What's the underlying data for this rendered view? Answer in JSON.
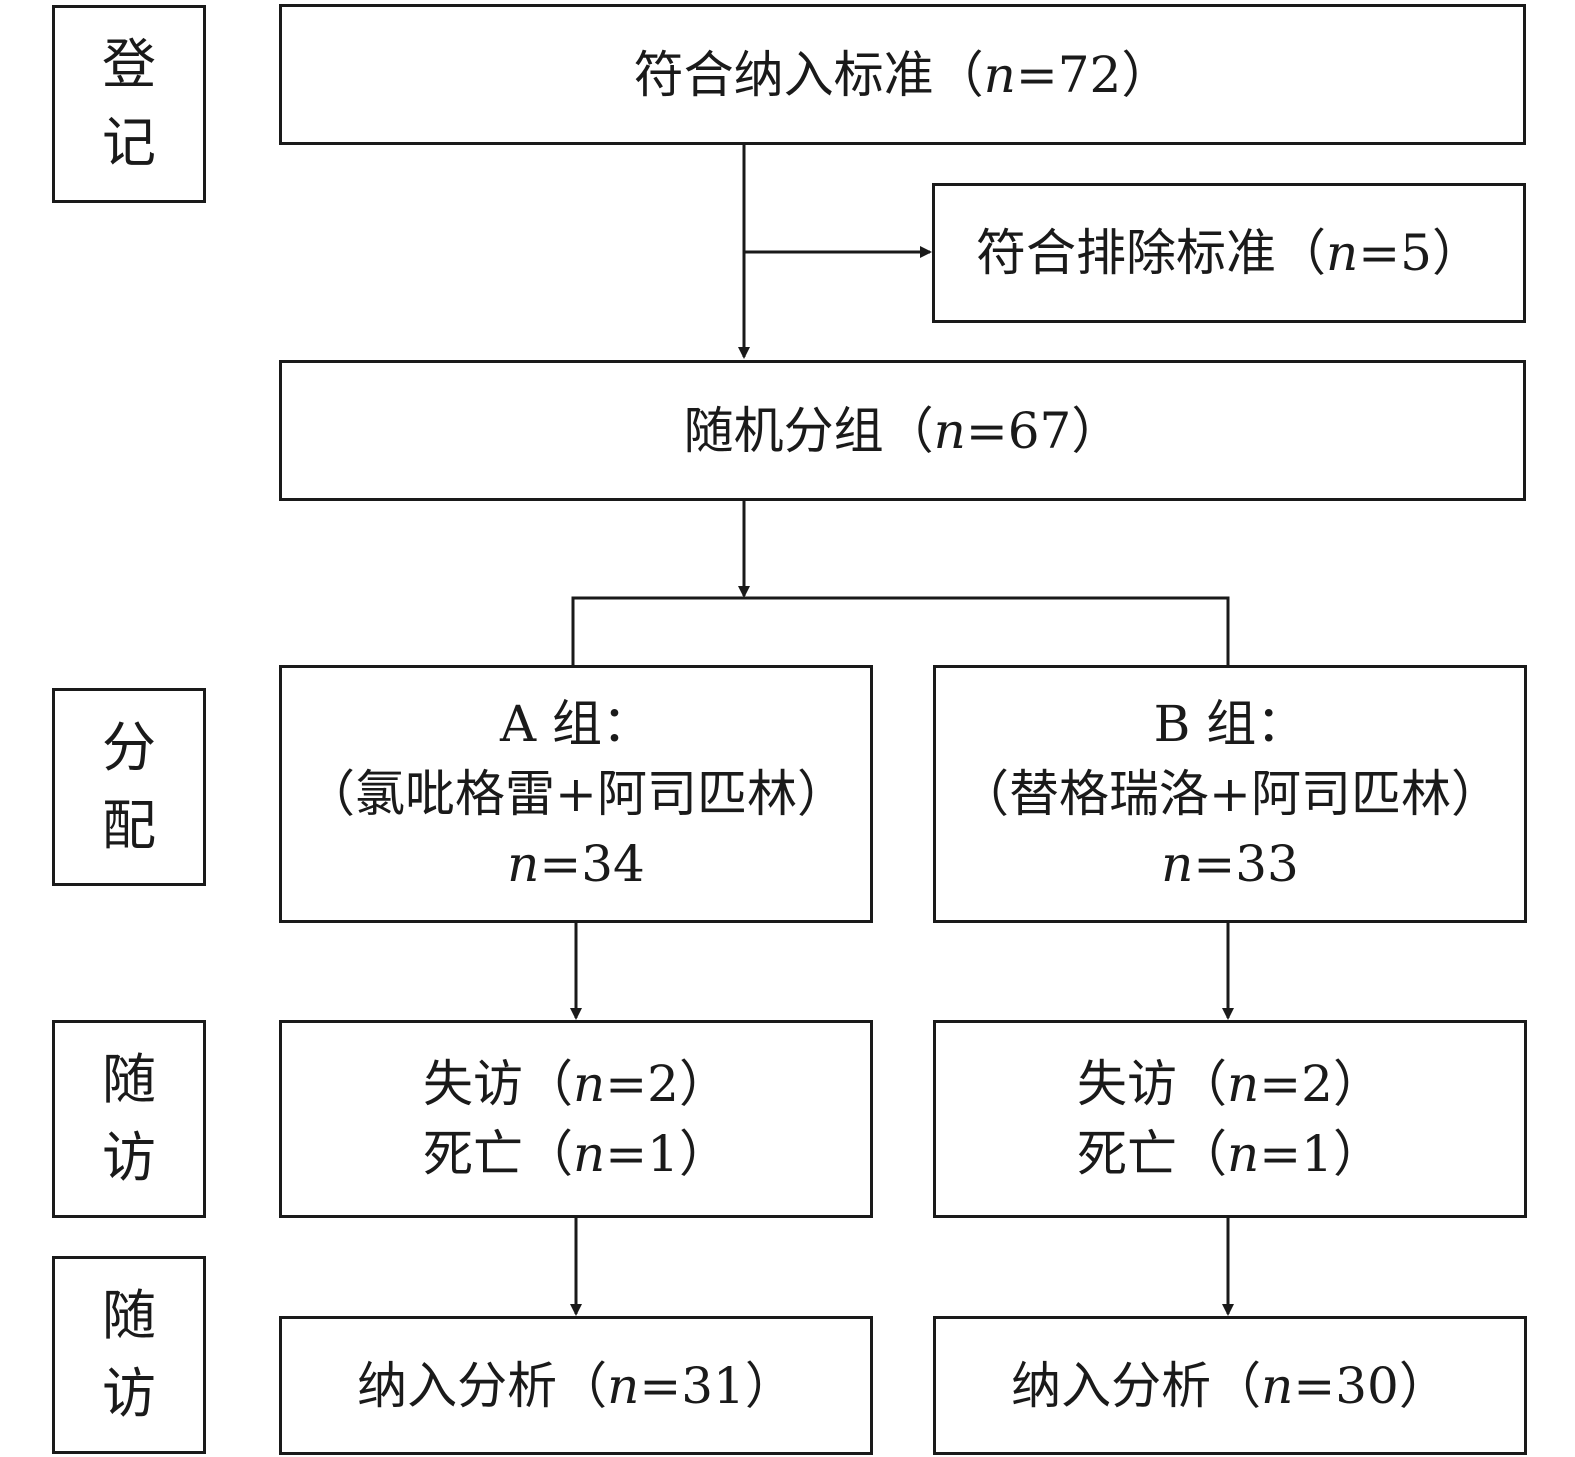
{
  "stages": {
    "enrollment": [
      "登",
      "记"
    ],
    "allocation": [
      "分",
      "配"
    ],
    "followup": [
      "随",
      "访"
    ],
    "analysis": [
      "随",
      "访"
    ]
  },
  "boxes": {
    "eligible": {
      "label": "符合纳入标准（",
      "n": "n",
      "value": "=72）"
    },
    "excluded": {
      "label": "符合排除标准（",
      "n": "n",
      "value": "=5）"
    },
    "randomized": {
      "label": "随机分组（",
      "n": "n",
      "value": "=67）"
    },
    "group_a": {
      "title": "A 组：",
      "regimen": "（氯吡格雷+阿司匹林）",
      "n": "n",
      "value": "=34"
    },
    "group_b": {
      "title": "B 组：",
      "regimen": "（替格瑞洛+阿司匹林）",
      "n": "n",
      "value": "=33"
    },
    "followup_a": {
      "lost_label": "失访（",
      "lost_n": "n",
      "lost_value": "=2）",
      "death_label": "死亡（",
      "death_n": "n",
      "death_value": "=1）"
    },
    "followup_b": {
      "lost_label": "失访（",
      "lost_n": "n",
      "lost_value": "=2）",
      "death_label": "死亡（",
      "death_n": "n",
      "death_value": "=1）"
    },
    "analysis_a": {
      "label": "纳入分析（",
      "n": "n",
      "value": "=31）"
    },
    "analysis_b": {
      "label": "纳入分析（",
      "n": "n",
      "value": "=30）"
    }
  }
}
